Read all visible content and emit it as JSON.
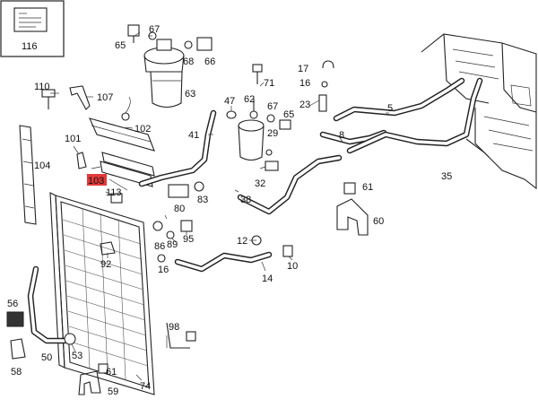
{
  "highlight_color": "#e23a3a",
  "legend_icon": "document-icon",
  "legend_number": "116",
  "highlighted_part": "103",
  "parts": [
    {
      "id": "p116",
      "label": "116"
    },
    {
      "id": "p67a",
      "label": "67"
    },
    {
      "id": "p65",
      "label": "65"
    },
    {
      "id": "p68",
      "label": "68"
    },
    {
      "id": "p66",
      "label": "66"
    },
    {
      "id": "p63",
      "label": "63"
    },
    {
      "id": "p110",
      "label": "110"
    },
    {
      "id": "p107",
      "label": "107"
    },
    {
      "id": "p102",
      "label": "102"
    },
    {
      "id": "p101",
      "label": "101"
    },
    {
      "id": "p104",
      "label": "104"
    },
    {
      "id": "p103",
      "label": "103"
    },
    {
      "id": "p113",
      "label": "113"
    },
    {
      "id": "p41",
      "label": "41"
    },
    {
      "id": "p47",
      "label": "47"
    },
    {
      "id": "p62",
      "label": "62"
    },
    {
      "id": "p71",
      "label": "71"
    },
    {
      "id": "p17",
      "label": "17"
    },
    {
      "id": "p16a",
      "label": "16"
    },
    {
      "id": "p67b",
      "label": "67"
    },
    {
      "id": "p65b",
      "label": "65"
    },
    {
      "id": "p23",
      "label": "23"
    },
    {
      "id": "p5",
      "label": "5"
    },
    {
      "id": "p8",
      "label": "8"
    },
    {
      "id": "p29",
      "label": "29"
    },
    {
      "id": "p32",
      "label": "32"
    },
    {
      "id": "p38",
      "label": "38"
    },
    {
      "id": "p83",
      "label": "83"
    },
    {
      "id": "p80",
      "label": "80"
    },
    {
      "id": "p35",
      "label": "35"
    },
    {
      "id": "p61a",
      "label": "61"
    },
    {
      "id": "p60",
      "label": "60"
    },
    {
      "id": "p86",
      "label": "86"
    },
    {
      "id": "p89",
      "label": "89"
    },
    {
      "id": "p95",
      "label": "95"
    },
    {
      "id": "p92",
      "label": "92"
    },
    {
      "id": "p12",
      "label": "12"
    },
    {
      "id": "p10",
      "label": "10"
    },
    {
      "id": "p16b",
      "label": "16"
    },
    {
      "id": "p14",
      "label": "14"
    },
    {
      "id": "p56",
      "label": "56"
    },
    {
      "id": "p98",
      "label": "98"
    },
    {
      "id": "p53",
      "label": "53"
    },
    {
      "id": "p58",
      "label": "58"
    },
    {
      "id": "p50",
      "label": "50"
    },
    {
      "id": "p61b",
      "label": "61"
    },
    {
      "id": "p74",
      "label": "74"
    },
    {
      "id": "p59",
      "label": "59"
    }
  ]
}
